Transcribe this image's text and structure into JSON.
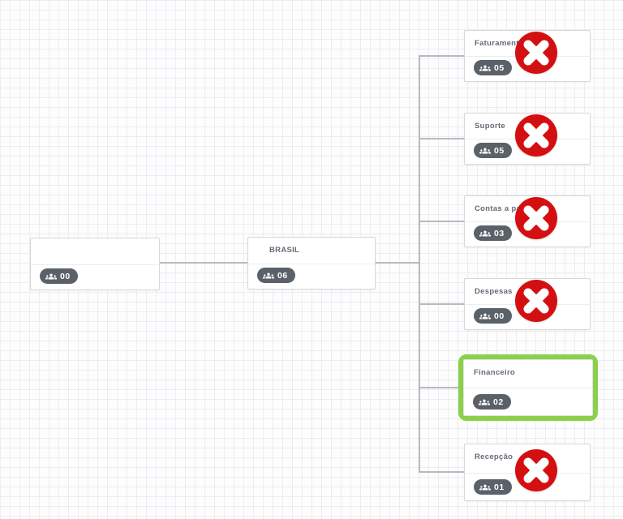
{
  "app": {
    "view": "organization-chart-canvas"
  },
  "colors": {
    "canvas_bg": "#fdfdfe",
    "grid_line": "#ececf2",
    "connector": "#b9b9bd",
    "card_border": "#d7d7da",
    "badge_bg": "#5b6169",
    "delete_red": "#d40f12",
    "selected_green": "#8bd04a"
  },
  "icons": {
    "badge_icon": "users-group-icon",
    "delete_icon": "x-circle-icon"
  },
  "nodes": {
    "root": {
      "label": "",
      "count": "00"
    },
    "parent": {
      "label": "BRASIL",
      "count": "06"
    },
    "children": [
      {
        "label": "Faturamento",
        "count": "05",
        "deletable": true,
        "selected": false
      },
      {
        "label": "Suporte",
        "count": "05",
        "deletable": true,
        "selected": false
      },
      {
        "label": "Contas a pagar",
        "count": "03",
        "deletable": true,
        "selected": false
      },
      {
        "label": "Despesas",
        "count": "00",
        "deletable": true,
        "selected": false
      },
      {
        "label": "Financeiro",
        "count": "02",
        "deletable": false,
        "selected": true
      },
      {
        "label": "Recepção",
        "count": "01",
        "deletable": true,
        "selected": false
      }
    ]
  }
}
